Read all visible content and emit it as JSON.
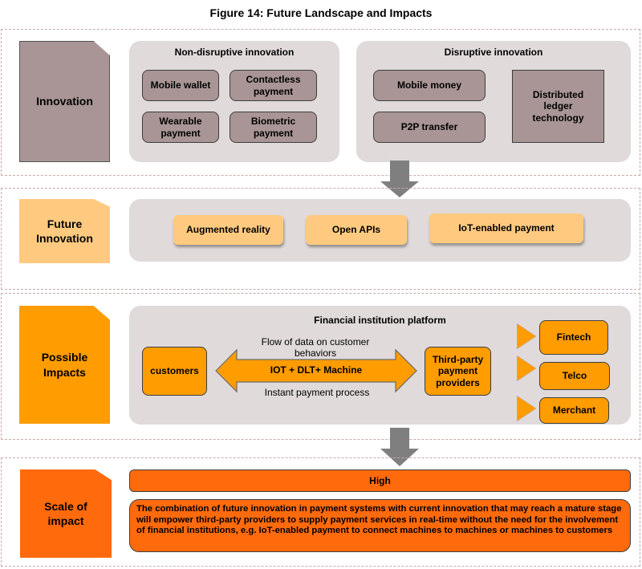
{
  "figure": {
    "title": "Figure 14: Future Landscape and Impacts"
  },
  "innovation": {
    "label": "Innovation",
    "non_disruptive": {
      "title": "Non-disruptive innovation",
      "items": [
        "Mobile wallet",
        "Contactless payment",
        "Wearable payment",
        "Biometric payment"
      ]
    },
    "disruptive": {
      "title": "Disruptive innovation",
      "items": [
        "Mobile money",
        "P2P transfer",
        "Distributed ledger technology"
      ]
    }
  },
  "future_innovation": {
    "label": "Future Innovation",
    "items": [
      "Augmented reality",
      "Open APIs",
      "IoT-enabled payment"
    ]
  },
  "possible_impacts": {
    "label": "Possible Impacts",
    "platform_title": "Financial institution platform",
    "customers": "customers",
    "flow_top": "Flow of data on customer behaviors",
    "arrow_label": "IOT + DLT+ Machine",
    "flow_bottom": "Instant payment process",
    "providers": "Third-party payment providers",
    "provider_types": [
      "Fintech",
      "Telco",
      "Merchant"
    ]
  },
  "scale_of_impact": {
    "label": "Scale of impact",
    "level": "High",
    "description": "The combination of future innovation in payment systems with current innovation that may reach a mature stage will empower third-party providers to supply payment services in real-time without the need for the involvement of financial institutions, e.g. IoT-enabled payment to connect machines to machines or machines to customers"
  },
  "colors": {
    "innovation": "#a99595",
    "future_innovation": "#ffca7f",
    "possible_impacts": "#ff9c00",
    "scale_of_impact": "#ff6a0c",
    "panel": "#e0dada",
    "connector_arrow": "#7f7f7f"
  }
}
